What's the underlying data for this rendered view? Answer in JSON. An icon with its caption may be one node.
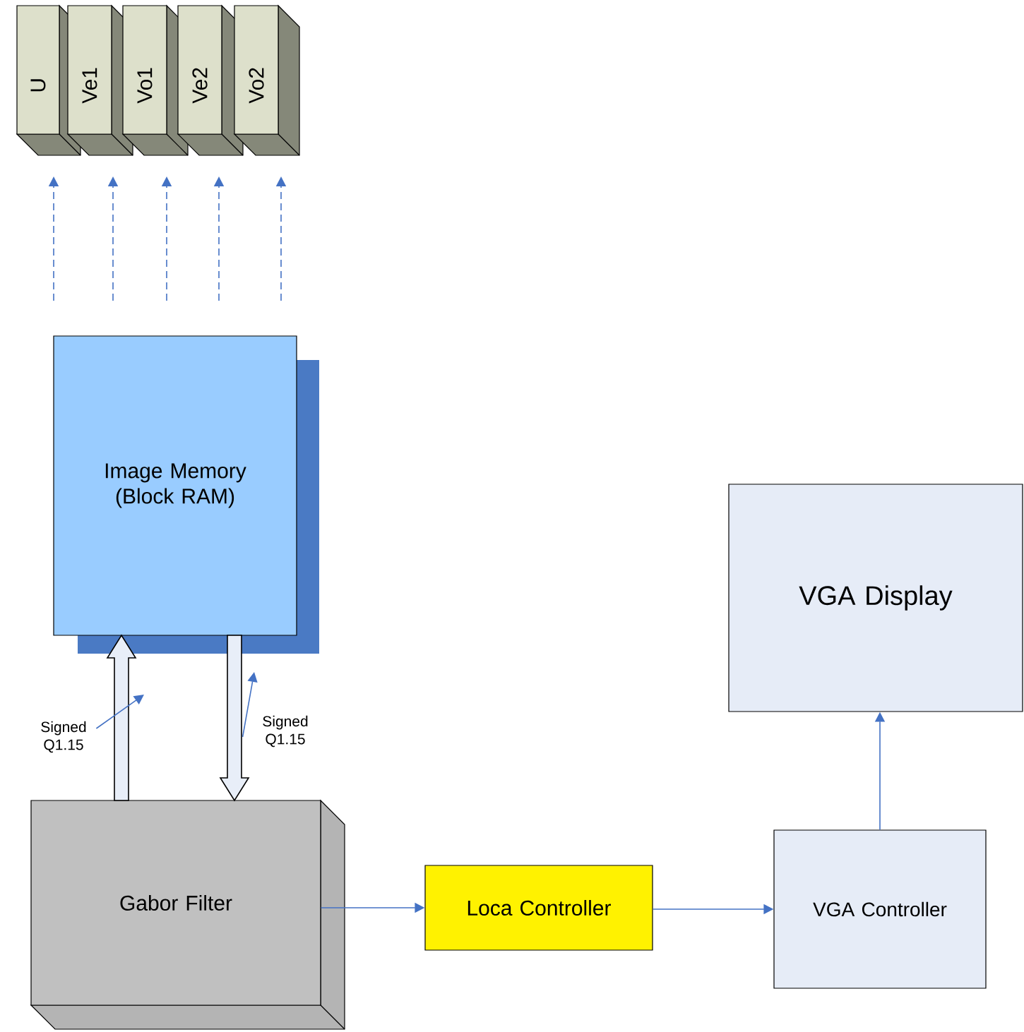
{
  "diagram": {
    "nodes": [
      {
        "text": [
          "U"
        ]
      },
      {
        "text": [
          "Ve1"
        ]
      },
      {
        "text": [
          "Vo1"
        ]
      },
      {
        "text": [
          "Ve2"
        ]
      },
      {
        "text": [
          "Vo2"
        ]
      },
      {
        "text": [
          "Image Memory (Block RAM)"
        ]
      },
      {
        "text": [
          "Gabor Filter"
        ]
      },
      {
        "text": [
          "Loca Controller"
        ]
      },
      {
        "text": [
          "VGA Controller"
        ]
      },
      {
        "text": [
          "VGA Display"
        ]
      },
      {
        "text": [
          "Signed Q1.15"
        ]
      },
      {
        "text": [
          "Signed Q1.15"
        ]
      }
    ],
    "edges": [
      {
        "from": null,
        "to": 0,
        "arrow": "to",
        "style": "dashed"
      },
      {
        "from": null,
        "to": 1,
        "arrow": "to",
        "style": "dashed"
      },
      {
        "from": null,
        "to": 2,
        "arrow": "to",
        "style": "dashed"
      },
      {
        "from": null,
        "to": 3,
        "arrow": "to",
        "style": "dashed"
      },
      {
        "from": null,
        "to": 4,
        "arrow": "to",
        "style": "dashed"
      },
      {
        "from": 6,
        "to": 5,
        "arrow": "to",
        "style": "thick"
      },
      {
        "from": 5,
        "to": 6,
        "arrow": "to",
        "style": "thick"
      },
      {
        "from": 6,
        "to": 7,
        "arrow": "to"
      },
      {
        "from": 7,
        "to": 8,
        "arrow": "to"
      },
      {
        "from": 8,
        "to": 9,
        "arrow": "to"
      },
      {
        "from": 10,
        "to": null,
        "arrow": "to"
      },
      {
        "from": 11,
        "to": null,
        "arrow": "to"
      }
    ]
  }
}
